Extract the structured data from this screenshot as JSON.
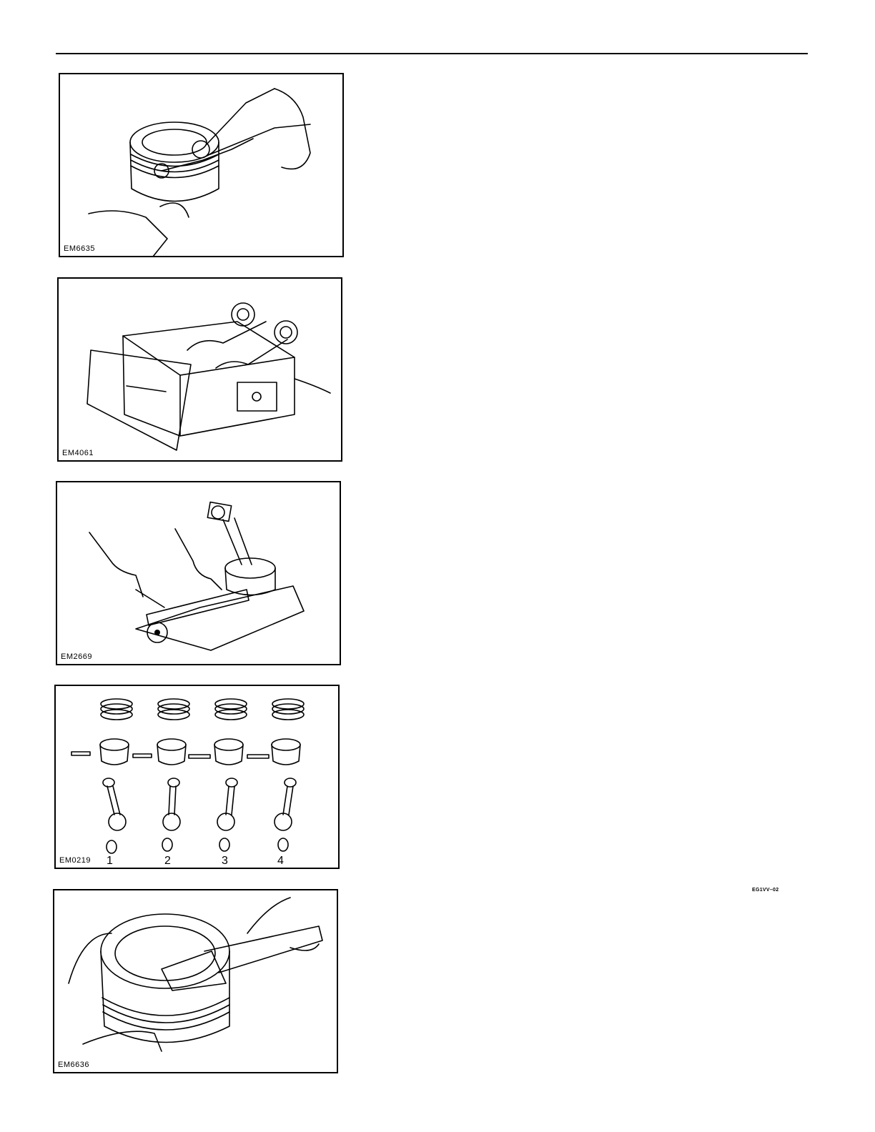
{
  "figures": [
    {
      "code": "EM6635"
    },
    {
      "code": "EM4061"
    },
    {
      "code": "EM2669"
    },
    {
      "code": "EM0219",
      "set_numbers": [
        "1",
        "2",
        "3",
        "4"
      ]
    },
    {
      "code": "EM6636"
    }
  ],
  "section_code": "EG1VV–02"
}
